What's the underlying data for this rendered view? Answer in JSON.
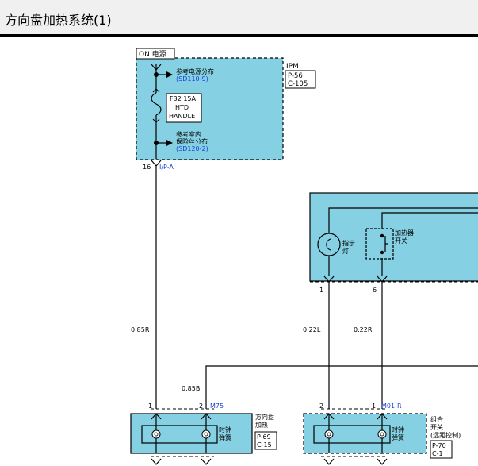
{
  "header": {
    "title": "方向盘加热系统(1)"
  },
  "power_source": {
    "label": "ON 电源",
    "module_name": "IPM",
    "refs": [
      "P-56",
      "C-105"
    ],
    "power_dist": {
      "text": "参考电源分布",
      "ref": "(SD110-9)"
    },
    "fuse": {
      "lines": [
        "F32 15A",
        "HTD",
        "HANDLE"
      ]
    },
    "fuse_dist": {
      "lines": [
        "参考室内",
        "保险丝分布"
      ],
      "ref": "(SD120-2)"
    },
    "output_pin": "16",
    "connector": "I/P-A"
  },
  "heater_switch": {
    "indicator_label": [
      "指示",
      "灯"
    ],
    "switch_label": [
      "加热器",
      "开关"
    ],
    "pin_left": "1",
    "pin_right": "6"
  },
  "wires": {
    "ipm_to_clock": "0.85R",
    "switch_left": "0.22L",
    "switch_right": "0.22R",
    "cross": "0.85B"
  },
  "clock_spring_1": {
    "pin_left": "1",
    "pin_right": "2",
    "connector": "M75",
    "label": "时钟\n弹簧",
    "label_lines": [
      "时钟",
      "弹簧"
    ],
    "side_label_lines": [
      "方向盘",
      "加热"
    ],
    "refs": [
      "P-69",
      "C-15"
    ]
  },
  "clock_spring_2": {
    "pin_left": "2",
    "pin_right": "1",
    "connector": "M01-R",
    "label_lines": [
      "时钟",
      "弹簧"
    ],
    "side_label_lines": [
      "组合",
      "开关",
      "(远距控制)"
    ],
    "refs": [
      "P-70",
      "C-1"
    ]
  },
  "colors": {
    "box_fill": "#85d0e3",
    "connector_blue": "#1a3fd8",
    "line": "#000000",
    "header_bg": "#f0f0f0"
  }
}
